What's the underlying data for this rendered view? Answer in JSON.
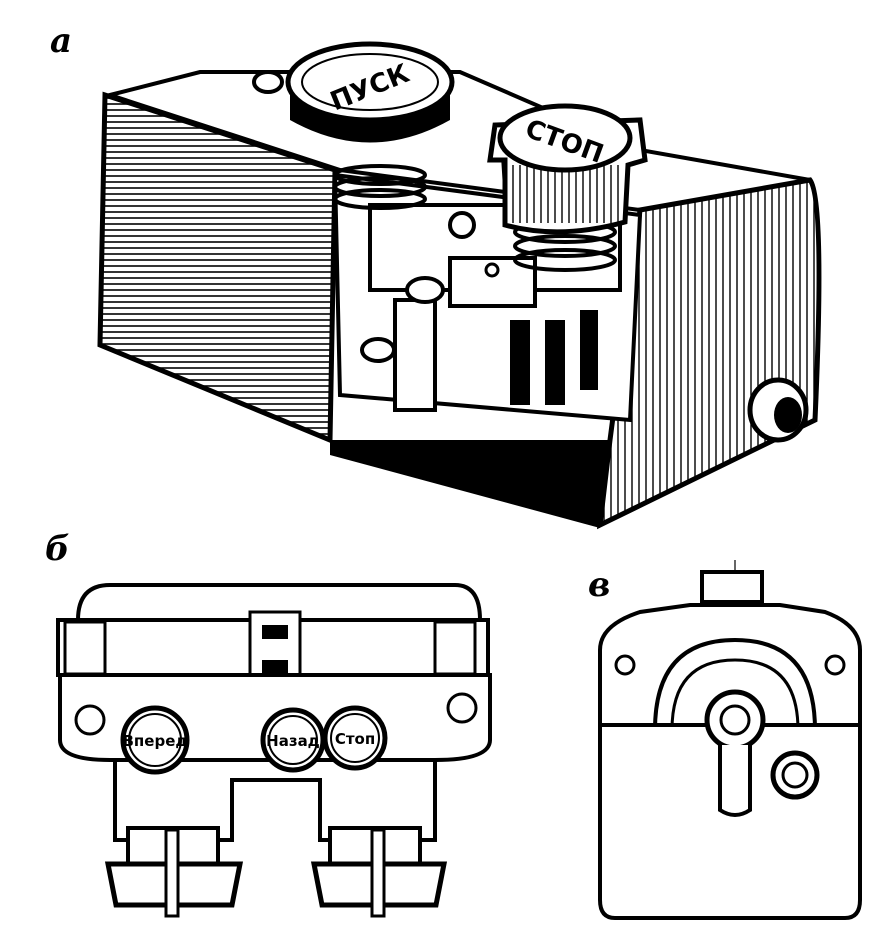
{
  "panels": [
    {
      "letter": "а",
      "buttons": [
        "ПУСК",
        "СТОП"
      ]
    },
    {
      "letter": "б",
      "buttons": [
        "Вперед",
        "Назад",
        "Стоп"
      ]
    },
    {
      "letter": "в"
    }
  ],
  "colors": {
    "ink": "#000000",
    "paper": "#ffffff"
  }
}
